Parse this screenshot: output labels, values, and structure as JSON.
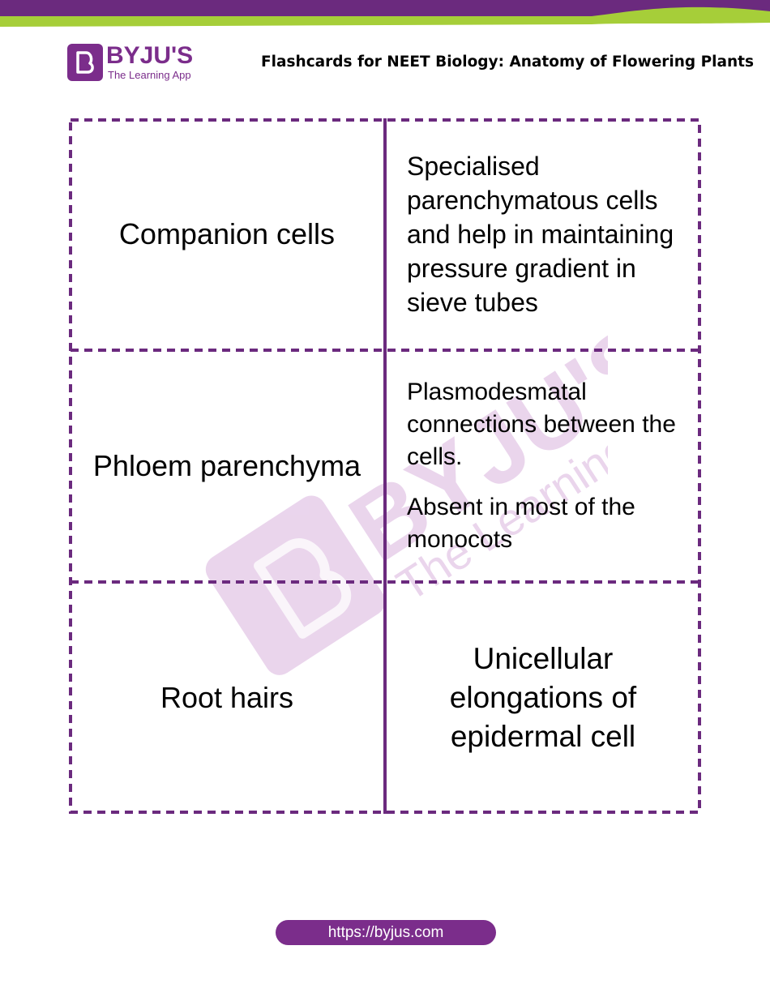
{
  "header": {
    "brand_name": "BYJU'S",
    "brand_tagline": "The Learning App",
    "title": "Flashcards for NEET Biology: Anatomy of Flowering Plants"
  },
  "watermark": {
    "brand_name": "BYJU'S",
    "brand_tagline": "The Learning App"
  },
  "colors": {
    "brand_purple": "#7b2d8b",
    "accent_green": "#a6ce39",
    "watermark_pink": "#e3c7e6"
  },
  "cards": [
    {
      "term": "Companion cells",
      "definition": [
        "Specialised parenchymatous cells and help in maintaining pressure gradient in sieve tubes"
      ]
    },
    {
      "term": "Phloem parenchyma",
      "definition": [
        "Plasmodesmatal connections between the cells.",
        "Absent in most of the monocots"
      ]
    },
    {
      "term": "Root hairs",
      "definition": [
        "Unicellular elongations of epidermal cell"
      ]
    }
  ],
  "footer": {
    "link": "https://byjus.com"
  }
}
